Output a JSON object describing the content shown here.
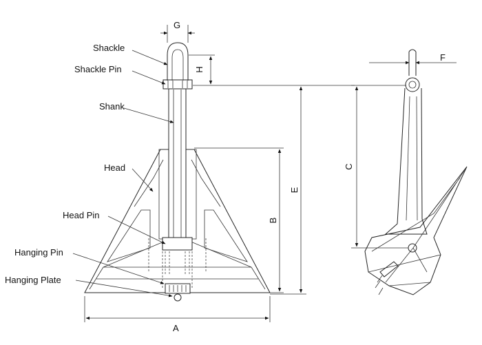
{
  "labels": {
    "shackle": "Shackle",
    "shackle_pin": "Shackle Pin",
    "shank": "Shank",
    "head": "Head",
    "head_pin": "Head Pin",
    "hanging_pin": "Hanging Pin",
    "hanging_plate": "Hanging Plate"
  },
  "dimensions": {
    "a": "A",
    "b": "B",
    "c": "C",
    "e": "E",
    "f": "F",
    "g": "G",
    "h": "H"
  }
}
